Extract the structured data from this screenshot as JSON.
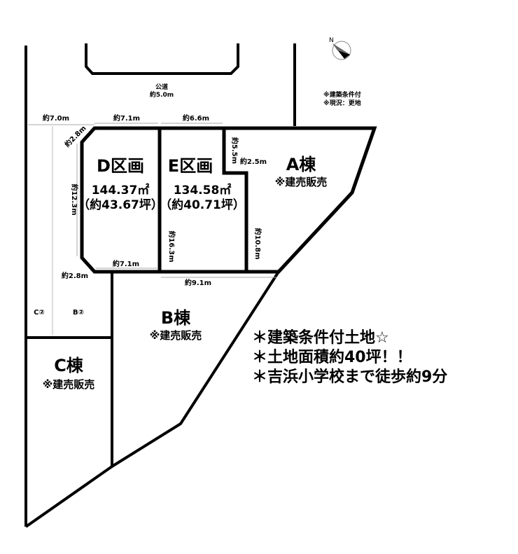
{
  "road": {
    "name": "公道",
    "width": "約5.0m"
  },
  "notes": {
    "line1": "※建築条件付",
    "line2": "※現況：更地"
  },
  "compass": {
    "label": "N"
  },
  "dimensions": {
    "left_width": "約7.0m",
    "d_top": "約7.1m",
    "e_top": "約6.6m",
    "d_corner_top": "約2.8m",
    "d_left": "約12.3m",
    "d_bottom": "約7.1m",
    "d_corner_bottom": "約2.8m",
    "e_left": "約16.3m",
    "e_right": "約10.8m",
    "a_notch_v": "約5.5m",
    "a_notch_h": "約2.5m",
    "bottom_width": "約9.1m"
  },
  "lots": {
    "d": {
      "title": "D区画",
      "area_m2": "144.37㎡",
      "area_tsubo": "（約43.67坪）"
    },
    "e": {
      "title": "E区画",
      "area_m2": "134.58㎡",
      "area_tsubo": "（約40.71坪）"
    },
    "a": {
      "title": "A棟",
      "sub": "※建売販売"
    },
    "b": {
      "title": "B棟",
      "sub": "※建売販売"
    },
    "c": {
      "title": "C棟",
      "sub": "※建売販売"
    }
  },
  "markers": {
    "c2": "C②",
    "b2": "B②"
  },
  "features": {
    "line1": "＊建築条件付土地☆",
    "line2": "＊土地面積約40坪！！",
    "line3": "＊吉浜小学校まで徒歩約9分"
  }
}
